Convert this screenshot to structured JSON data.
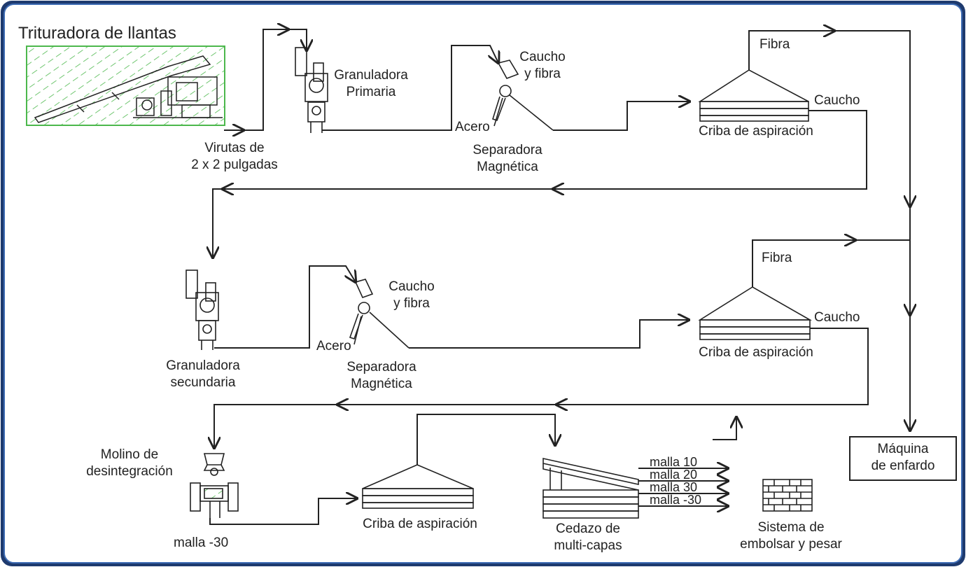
{
  "title": "Trituradora de llantas",
  "colors": {
    "frame_outer": "#1e3a6e",
    "frame_inner": "#3d6bb3",
    "line": "#222222",
    "hatch": "#4cb84c"
  },
  "labels": {
    "virutas": [
      "Virutas de",
      "2 x 2 pulgadas"
    ],
    "gran_primaria": [
      "Granuladora",
      "Primaria"
    ],
    "caucho_fibra_1": [
      "Caucho",
      "y fibra"
    ],
    "acero_1": "Acero",
    "sep_mag_1": [
      "Separadora",
      "Magnética"
    ],
    "fibra_1": "Fibra",
    "caucho_1": "Caucho",
    "criba_1": "Criba de aspiración",
    "gran_secundaria": [
      "Granuladora",
      "secundaria"
    ],
    "caucho_fibra_2": [
      "Caucho",
      "y fibra"
    ],
    "acero_2": "Acero",
    "sep_mag_2": [
      "Separadora",
      "Magnética"
    ],
    "fibra_2": "Fibra",
    "caucho_2": "Caucho",
    "criba_2": "Criba de aspiración",
    "molino": [
      "Molino de",
      "desintegración"
    ],
    "malla_30": "malla -30",
    "criba_3": "Criba de aspiración",
    "cedazo": [
      "Cedazo de",
      "multi-capas"
    ],
    "mallas": [
      "malla 10",
      "malla 20",
      "malla 30",
      "malla -30"
    ],
    "sistema": [
      "Sistema de",
      "embolsar y pesar"
    ],
    "maquina": [
      "Máquina",
      "de enfardo"
    ]
  }
}
